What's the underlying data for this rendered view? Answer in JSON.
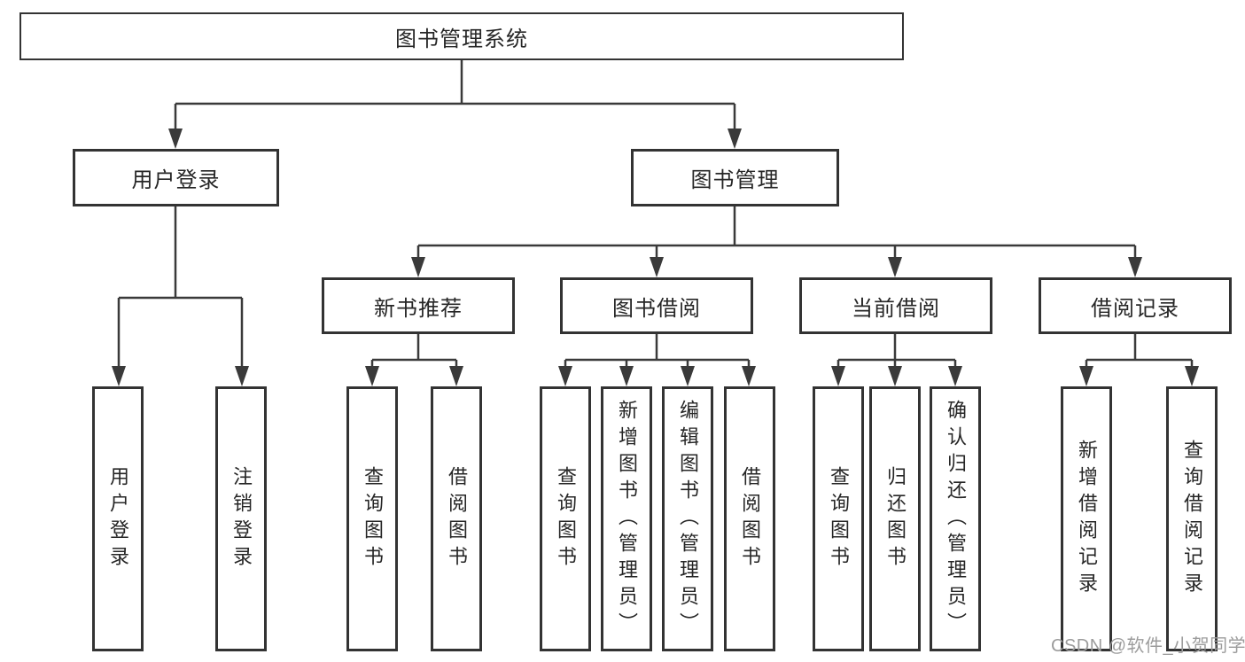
{
  "diagram": {
    "title": "图书管理系统",
    "level2": [
      {
        "label": "用户登录"
      },
      {
        "label": "图书管理"
      }
    ],
    "level3": [
      {
        "label": "新书推荐"
      },
      {
        "label": "图书借阅"
      },
      {
        "label": "当前借阅"
      },
      {
        "label": "借阅记录"
      }
    ],
    "leaves": [
      {
        "label": "用户登录"
      },
      {
        "label": "注销登录"
      },
      {
        "label": "查询图书"
      },
      {
        "label": "借阅图书"
      },
      {
        "label": "查询图书"
      },
      {
        "label": "新增图书（管理员）"
      },
      {
        "label": "编辑图书（管理员）"
      },
      {
        "label": "借阅图书"
      },
      {
        "label": "查询图书"
      },
      {
        "label": "归还图书"
      },
      {
        "label": "确认归还（管理员）"
      },
      {
        "label": "新增借阅记录"
      },
      {
        "label": "查询借阅记录"
      }
    ],
    "watermark": "CSDN @软件_小贺同学",
    "colors": {
      "line": "#3a3a3a",
      "border": "#333333",
      "text": "#262626",
      "watermark": "#9c9c9c",
      "background": "#ffffff"
    }
  }
}
